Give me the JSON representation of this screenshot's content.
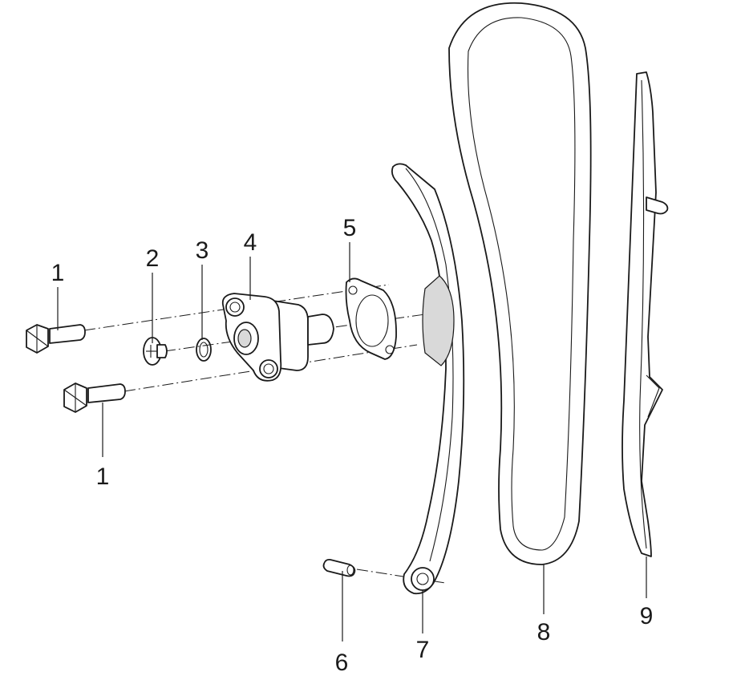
{
  "callouts": [
    {
      "id": "bolt-upper",
      "label": "1"
    },
    {
      "id": "plug",
      "label": "2"
    },
    {
      "id": "o-ring",
      "label": "3"
    },
    {
      "id": "tensioner",
      "label": "4"
    },
    {
      "id": "gasket",
      "label": "5"
    },
    {
      "id": "pin",
      "label": "6"
    },
    {
      "id": "tensioner-rail",
      "label": "7"
    },
    {
      "id": "chain",
      "label": "8"
    },
    {
      "id": "guide-rail",
      "label": "9"
    },
    {
      "id": "bolt-lower",
      "label": "1"
    }
  ]
}
